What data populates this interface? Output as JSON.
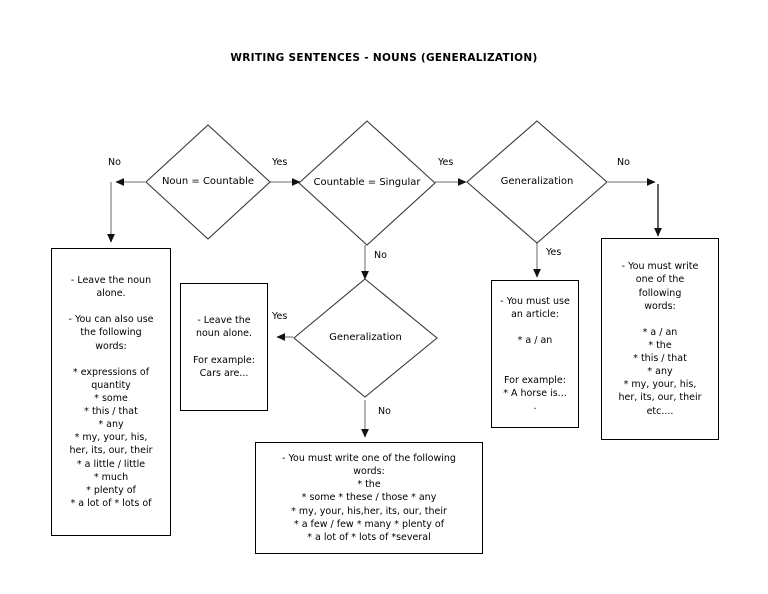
{
  "title": "WRITING SENTENCES - NOUNS (GENERALIZATION)",
  "decisions": {
    "noun_countable": "Noun = Countable",
    "countable_singular": "Countable = Singular",
    "generalization_top": "Generalization",
    "generalization_bottom": "Generalization"
  },
  "edge_labels": {
    "noun_countable_no": "No",
    "noun_countable_yes": "Yes",
    "countable_singular_yes": "Yes",
    "countable_singular_no": "No",
    "generalization_top_no": "No",
    "generalization_top_yes": "Yes",
    "generalization_bottom_yes": "Yes",
    "generalization_bottom_no": "No"
  },
  "boxes": {
    "uncountable_box": "- Leave the noun\nalone.\n\n- You can also use\nthe following\nwords:\n\n* expressions of\nquantity\n* some\n* this / that\n* any\n* my, your, his,\nher, its, our, their\n* a little / little\n* much\n* plenty of\n* a lot of  * lots of",
    "plural_general_box": "- Leave the\nnoun alone.\n\nFor example:\nCars are...",
    "plural_specific_box": "- You must write one of the following\nwords:\n* the\n* some * these / those  * any\n* my, your, his,her, its, our, their\n* a few / few * many * plenty of\n* a lot of * lots of *several",
    "article_box": "- You must use\nan article:\n\n* a / an\n\n\nFor example:\n* A horse is...\n.",
    "singular_specific_box": "- You must write\none of the\nfollowing\nwords:\n\n* a / an\n* the\n* this / that\n* any\n* my, your, his,\nher, its, our, their\netc...."
  },
  "colors": {
    "stroke": "#2b2b2b",
    "text": "#000000",
    "background": "#ffffff"
  }
}
